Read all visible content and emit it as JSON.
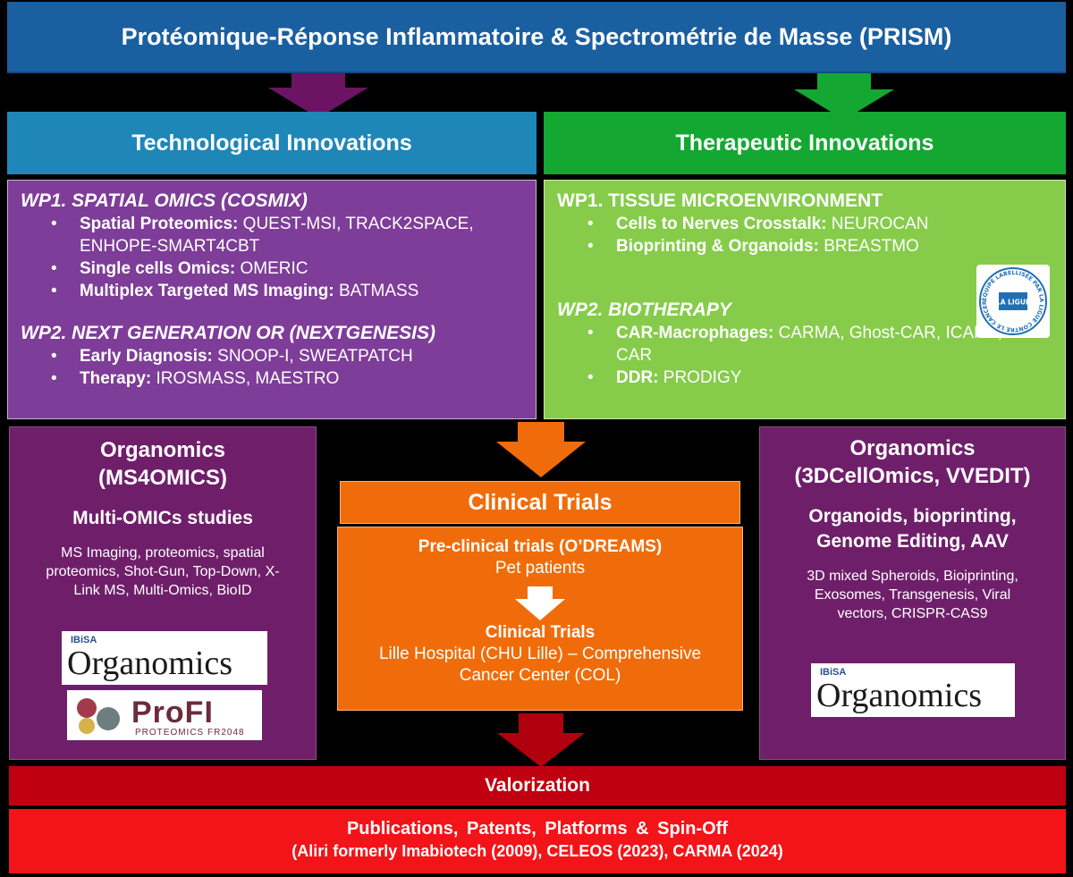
{
  "banner": {
    "title": "Protéomique-Réponse Inflammatoire & Spectrométrie de Masse (PRISM)"
  },
  "colors": {
    "banner": "#1a5fa0",
    "tech_header": "#1f87b8",
    "thera_header": "#14a832",
    "tech_panel": "#7e3d98",
    "thera_panel": "#86cc4a",
    "organ_box": "#6f1f6a",
    "clinical": "#f06c0a",
    "valor_header": "#c00010",
    "valor_panel": "#f21418",
    "arrow_purple": "#6c1463",
    "arrow_green": "#14a832",
    "arrow_orange": "#f06c0a",
    "arrow_red": "#b00010"
  },
  "tech": {
    "header": "Technological Innovations",
    "wp1": {
      "title": "WP1. SPATIAL OMICS (COSMIX)",
      "items": [
        {
          "label": "Spatial Proteomics:",
          "value": " QUEST-MSI, TRACK2SPACE, ENHOPE-SMART4CBT"
        },
        {
          "label": "Single cells Omics:",
          "value": " OMERIC"
        },
        {
          "label": "Multiplex Targeted MS Imaging:",
          "value": " BATMASS"
        }
      ]
    },
    "wp2": {
      "title": "WP2. NEXT GENERATION OR (NEXTGENESIS)",
      "items": [
        {
          "label": "Early Diagnosis:",
          "value": " SNOOP-I,  SWEATPATCH"
        },
        {
          "label": "Therapy:",
          "value": " IROSMASS, MAESTRO"
        }
      ]
    }
  },
  "thera": {
    "header": "Therapeutic Innovations",
    "wp1": {
      "title": "WP1. TISSUE MICROENVIRONMENT",
      "items": [
        {
          "label": "Cells to Nerves Crosstalk:",
          "value": " NEUROCAN"
        },
        {
          "label": "Bioprinting & Organoids:",
          "value": " BREASTMO"
        }
      ]
    },
    "wp2": {
      "title": "WP2.  BIOTHERAPY",
      "items": [
        {
          "label": "CAR-Macrophages:",
          "value": "  CARMA,  Ghost-CAR, ICARE, LS-CAR"
        },
        {
          "label": "DDR:",
          "value": " PRODIGY"
        }
      ]
    },
    "logo": {
      "ring_text": "ÉQUIPE LABELLISÉE PAR LA LIGUE CONTRE LE CANCER",
      "center": "LA LIGUE"
    }
  },
  "left_organ": {
    "title_line1": "Organomics",
    "title_line2": "(MS4OMICS)",
    "subtitle": "Multi-OMICs studies",
    "desc_line1": "MS Imaging, proteomics, spatial",
    "desc_line2": "proteomics, Shot-Gun, Top-Down, X-",
    "desc_line3": "Link MS, Multi-Omics, BioID",
    "logo1": {
      "small": "IBiSA",
      "word": "Organomics"
    },
    "logo2": {
      "word": "ProFI",
      "sub": "PROTEOMICS FR2048"
    }
  },
  "right_organ": {
    "title_line1": "Organomics",
    "title_line2": "(3DCellOmics, VVEDIT)",
    "subtitle_line1": "Organoids, bioprinting,",
    "subtitle_line2": "Genome Editing, AAV",
    "desc_line1": "3D mixed Spheroids, Bioiprinting,",
    "desc_line2": "Exosomes, Transgenesis, Viral",
    "desc_line3": "vectors, CRISPR-CAS9",
    "logo": {
      "small": "IBiSA",
      "word": "Organomics"
    }
  },
  "clinical": {
    "header": "Clinical Trials",
    "pre_title": "Pre-clinical trials (O’DREAMS)",
    "pre_sub": "Pet patients",
    "trial_title": "Clinical Trials",
    "trial_line1": "Lille Hospital (CHU Lille) – Comprehensive",
    "trial_line2": "Cancer Center (COL)"
  },
  "valor": {
    "header": "Valorization",
    "line1": "Publications,  Patents,  Platforms & Spin-Off",
    "line2": "(Aliri formerly Imabiotech (2009), CELEOS (2023), CARMA (2024)"
  }
}
